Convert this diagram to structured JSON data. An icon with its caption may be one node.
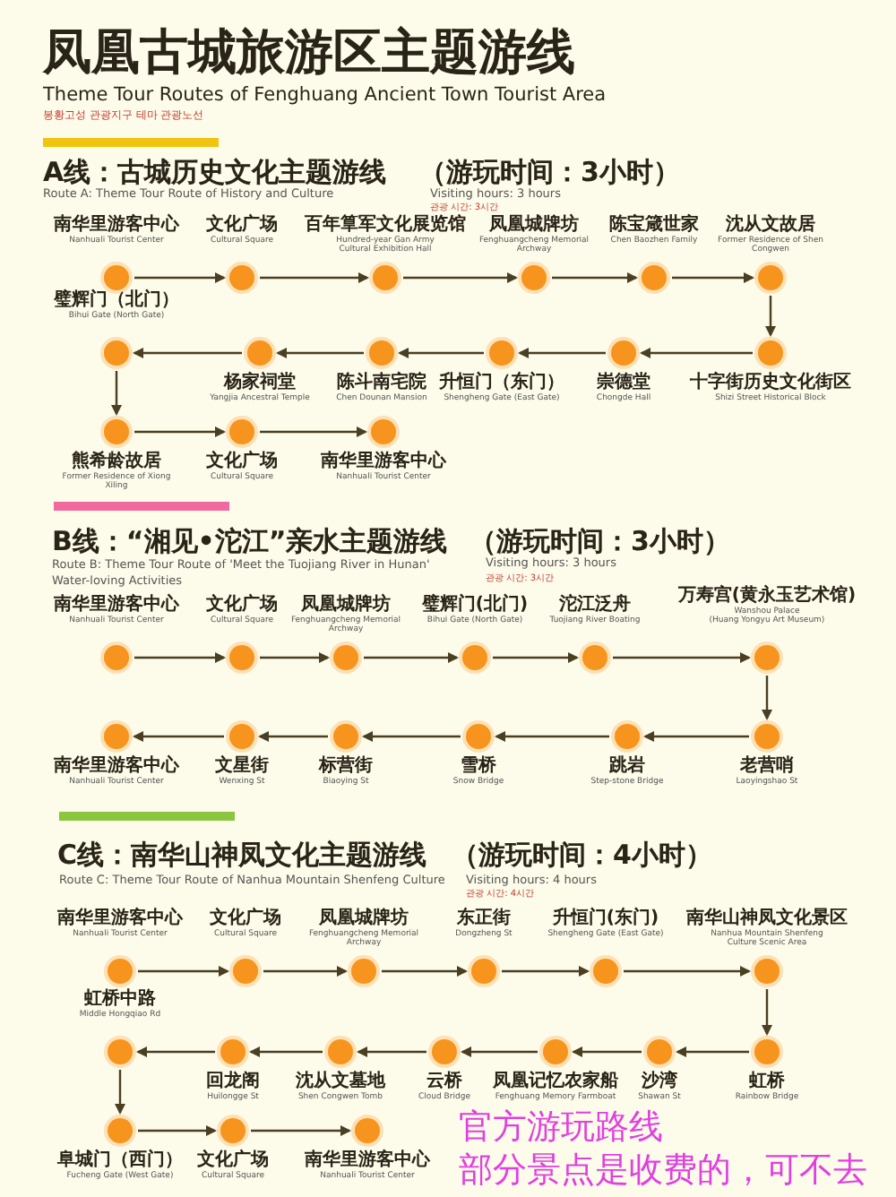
{
  "diagram": {
    "title": "凤凰古城旅游区主题游线",
    "nodes": [
      {
        "text": [],
        "shape": "circle",
        "beside": [
          "南华里游客中心",
          "Nanhuali Tourist Center"
        ]
      },
      {
        "text": [],
        "shape": "circle",
        "beside": [
          "文化广场",
          "Cultural Square"
        ]
      },
      {
        "text": [],
        "shape": "circle",
        "beside": [
          "百年筸军文化展览馆",
          "Hundred-year Gan Army Cultural Exhibition Hall"
        ]
      },
      {
        "text": [],
        "shape": "circle",
        "beside": [
          "凤凰城牌坊",
          "Fenghuangcheng Memorial Archway"
        ]
      },
      {
        "text": [],
        "shape": "circle",
        "beside": [
          "陈宝箴世家",
          "Chen Baozhen Family"
        ]
      },
      {
        "text": [],
        "shape": "circle",
        "beside": [
          "沈从文故居",
          "Former Residence of Shen Congwen"
        ]
      },
      {
        "text": [],
        "shape": "circle",
        "beside": [
          "十字街历史文化街区",
          "Shizi Street Historical Block"
        ]
      },
      {
        "text": [],
        "shape": "circle",
        "beside": [
          "崇德堂",
          "Chongde Hall"
        ]
      },
      {
        "text": [],
        "shape": "circle",
        "beside": [
          "升恒门（东门）",
          "Shengheng Gate (East Gate)"
        ]
      },
      {
        "text": [],
        "shape": "circle",
        "beside": [
          "陈斗南宅院",
          "Chen Dounan Mansion"
        ]
      },
      {
        "text": [],
        "shape": "circle",
        "beside": [
          "杨家祠堂",
          "Yangjia Ancestral Temple"
        ]
      },
      {
        "text": [],
        "shape": "circle",
        "beside": [
          "璧辉门（北门）",
          "Bihui Gate (North Gate)"
        ]
      },
      {
        "text": [],
        "shape": "circle",
        "beside": [
          "熊希龄故居",
          "Former Residence of Xiong Xiling"
        ]
      },
      {
        "text": [],
        "shape": "circle",
        "beside": [
          "文化广场",
          "Cultural Square"
        ]
      },
      {
        "text": [],
        "shape": "circle",
        "beside": [
          "南华里游客中心",
          "Nanhuali Tourist Center"
        ]
      },
      {
        "text": [],
        "shape": "circle",
        "beside": [
          "南华里游客中心",
          "Nanhuali Tourist Center"
        ]
      },
      {
        "text": [],
        "shape": "circle",
        "beside": [
          "文化广场",
          "Cultural Square"
        ]
      },
      {
        "text": [],
        "shape": "circle",
        "beside": [
          "凤凰城牌坊",
          "Fenghuangcheng Memorial Archway"
        ]
      },
      {
        "text": [],
        "shape": "circle",
        "beside": [
          "璧辉门(北门)",
          "Bihui Gate (North Gate)"
        ]
      },
      {
        "text": [],
        "shape": "circle",
        "beside": [
          "沱江泛舟",
          "Tuojiang River Boating"
        ]
      },
      {
        "text": [],
        "shape": "circle",
        "beside": [
          "万寿宫(黄永玉艺术馆)",
          "Wanshou Palace",
          "(Huang Yongyu Art Museum)"
        ]
      },
      {
        "text": [],
        "shape": "circle",
        "beside": [
          "老营哨",
          "Laoyingshao St"
        ]
      },
      {
        "text": [],
        "shape": "circle",
        "beside": [
          "跳岩",
          "Step-stone Bridge"
        ]
      },
      {
        "text": [],
        "shape": "circle",
        "beside": [
          "雪桥",
          "Snow Bridge"
        ]
      },
      {
        "text": [],
        "shape": "circle",
        "beside": [
          "标营街",
          "Biaoying St"
        ]
      },
      {
        "text": [],
        "shape": "circle",
        "beside": [
          "文星街",
          "Wenxing St"
        ]
      },
      {
        "text": [],
        "shape": "circle",
        "beside": [
          "南华里游客中心",
          "Nanhuali Tourist Center"
        ]
      },
      {
        "text": [],
        "shape": "circle",
        "beside": [
          "南华里游客中心",
          "Nanhuali Tourist Center"
        ]
      },
      {
        "text": [],
        "shape": "circle",
        "beside": [
          "文化广场",
          "Cultural Square"
        ]
      },
      {
        "text": [],
        "shape": "circle",
        "beside": [
          "凤凰城牌坊",
          "Fenghuangcheng Memorial Archway"
        ]
      },
      {
        "text": [],
        "shape": "circle",
        "beside": [
          "东正街",
          "Dongzheng St"
        ]
      },
      {
        "text": [],
        "shape": "circle",
        "beside": [
          "升恒门(东门)",
          "Shengheng Gate (East Gate)"
        ]
      },
      {
        "text": [],
        "shape": "circle",
        "beside": [
          "南华山神凤文化景区",
          "Nanhua Mountain Shenfeng Culture Scenic Area"
        ]
      },
      {
        "text": [],
        "shape": "circle",
        "beside": [
          "虹桥",
          "Rainbow Bridge"
        ]
      },
      {
        "text": [],
        "shape": "circle",
        "beside": [
          "沙湾",
          "Shawan St"
        ]
      },
      {
        "text": [],
        "shape": "circle",
        "beside": [
          "凤凰记忆农家船",
          "Fenghuang Memory Farmboat"
        ]
      },
      {
        "text": [],
        "shape": "circle",
        "beside": [
          "云桥",
          "Cloud Bridge"
        ]
      },
      {
        "text": [],
        "shape": "circle",
        "beside": [
          "沈从文墓地",
          "Shen Congwen Tomb"
        ]
      },
      {
        "text": [],
        "shape": "circle",
        "beside": [
          "回龙阁",
          "Huilongge St"
        ]
      },
      {
        "text": [],
        "shape": "circle",
        "beside": [
          "虹桥中路",
          "Middle Hongqiao Rd"
        ]
      },
      {
        "text": [],
        "shape": "circle",
        "beside": [
          "阜城门（西门）",
          "Fucheng Gate (West Gate)"
        ]
      },
      {
        "text": [],
        "shape": "circle",
        "beside": [
          "文化广场",
          "Cultural Square"
        ]
      },
      {
        "text": [],
        "shape": "circle",
        "beside": [
          "南华里游客中心",
          "Nanhuali Tourist Center"
        ]
      }
    ],
    "edges": [
      {
        "from": 0,
        "to": 1,
        "arrow": "to"
      },
      {
        "from": 1,
        "to": 2,
        "arrow": "to"
      },
      {
        "from": 2,
        "to": 3,
        "arrow": "to"
      },
      {
        "from": 3,
        "to": 4,
        "arrow": "to"
      },
      {
        "from": 4,
        "to": 5,
        "arrow": "to"
      },
      {
        "from": 5,
        "to": 6,
        "arrow": "to"
      },
      {
        "from": 6,
        "to": 7,
        "arrow": "to"
      },
      {
        "from": 7,
        "to": 8,
        "arrow": "to"
      },
      {
        "from": 8,
        "to": 9,
        "arrow": "to"
      },
      {
        "from": 9,
        "to": 10,
        "arrow": "to"
      },
      {
        "from": 10,
        "to": 11,
        "arrow": "to"
      },
      {
        "from": 11,
        "to": 12,
        "arrow": "to"
      },
      {
        "from": 12,
        "to": 13,
        "arrow": "to"
      },
      {
        "from": 13,
        "to": 14,
        "arrow": "to"
      },
      {
        "from": 15,
        "to": 16,
        "arrow": "to"
      },
      {
        "from": 16,
        "to": 17,
        "arrow": "to"
      },
      {
        "from": 17,
        "to": 18,
        "arrow": "to"
      },
      {
        "from": 18,
        "to": 19,
        "arrow": "to"
      },
      {
        "from": 19,
        "to": 20,
        "arrow": "to"
      },
      {
        "from": 20,
        "to": 21,
        "arrow": "to"
      },
      {
        "from": 21,
        "to": 22,
        "arrow": "to"
      },
      {
        "from": 22,
        "to": 23,
        "arrow": "to"
      },
      {
        "from": 23,
        "to": 24,
        "arrow": "to"
      },
      {
        "from": 24,
        "to": 25,
        "arrow": "to"
      },
      {
        "from": 25,
        "to": 26,
        "arrow": "to"
      },
      {
        "from": 27,
        "to": 28,
        "arrow": "to"
      },
      {
        "from": 28,
        "to": 29,
        "arrow": "to"
      },
      {
        "from": 29,
        "to": 30,
        "arrow": "to"
      },
      {
        "from": 30,
        "to": 31,
        "arrow": "to"
      },
      {
        "from": 31,
        "to": 32,
        "arrow": "to"
      },
      {
        "from": 32,
        "to": 33,
        "arrow": "to"
      },
      {
        "from": 33,
        "to": 34,
        "arrow": "to"
      },
      {
        "from": 34,
        "to": 35,
        "arrow": "to"
      },
      {
        "from": 35,
        "to": 36,
        "arrow": "to"
      },
      {
        "from": 36,
        "to": 37,
        "arrow": "to"
      },
      {
        "from": 37,
        "to": 38,
        "arrow": "to"
      },
      {
        "from": 38,
        "to": 39,
        "arrow": "to"
      },
      {
        "from": 39,
        "to": 40,
        "arrow": "to"
      },
      {
        "from": 40,
        "to": 41,
        "arrow": "to"
      },
      {
        "from": 41,
        "to": 42,
        "arrow": "to"
      }
    ],
    "labels": [
      "Theme Tour Routes of Fenghuang Ancient Town Tourist Area",
      "봉황고성 관광지구 테마 관광노선",
      "A线：古城历史文化主题游线",
      "（游玩时间：3小时）",
      "Route A: Theme Tour Route of History and Culture",
      "Visiting hours: 3 hours",
      "관광 시간: 3시간",
      "B线：“湘见•沱江”亲水主题游线",
      "（游玩时间：3小时）",
      "Route B: Theme Tour Route of 'Meet the Tuojiang River in Hunan' Water-loving Activities",
      "Visiting hours: 3 hours",
      "관광 시간: 3시간",
      "C线：南华山神凤文化主题游线",
      "（游玩时间：4小时）",
      "Route C: Theme Tour Route of Nanhua Mountain Shenfeng Culture",
      "Visiting hours: 4 hours",
      "관광 시간: 4시간",
      "官方游玩路线",
      "部分景点是收费的，可不去"
    ]
  }
}
